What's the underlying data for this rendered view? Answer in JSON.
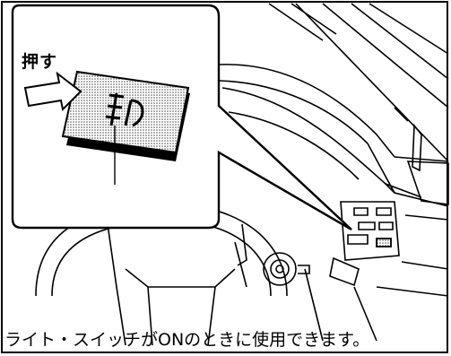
{
  "callout": {
    "push_label": "押す",
    "switch_symbol": "fog-light-symbol"
  },
  "caption": "ライト・スイッチがONのときに使用できます。",
  "icons": {
    "arrow": "push-arrow-icon",
    "switch": "fog-light-switch-icon"
  }
}
